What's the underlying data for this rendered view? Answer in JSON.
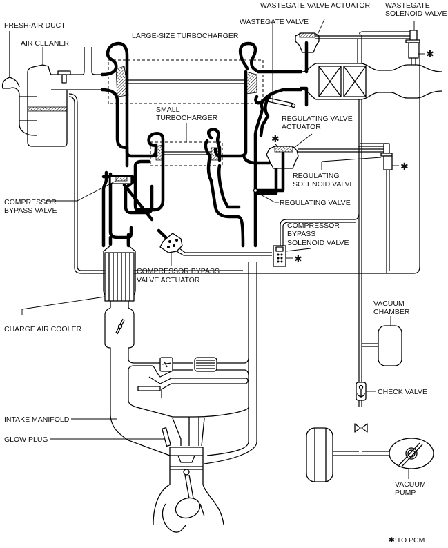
{
  "diagram": {
    "title": "Turbocharger and vacuum control system",
    "labels": {
      "fresh_air_duct": "FRESH-AIR DUCT",
      "air_cleaner": "AIR CLEANER",
      "large_turbo": "LARGE-SIZE TURBOCHARGER",
      "wastegate_valve": "WASTEGATE VALVE",
      "wastegate_actuator": "WASTEGATE VALVE ACTUATOR",
      "wastegate_solenoid_1": "WASTEGATE",
      "wastegate_solenoid_2": "SOLENOID VALVE",
      "small_turbo_1": "SMALL",
      "small_turbo_2": "TURBOCHARGER",
      "reg_actuator_1": "REGULATING VALVE",
      "reg_actuator_2": "ACTUATOR",
      "reg_solenoid_1": "REGULATING",
      "reg_solenoid_2": "SOLENOID VALVE",
      "reg_valve": "REGULATING VALVE",
      "comp_bypass_valve_1": "COMPRESSOR",
      "comp_bypass_valve_2": "BYPASS VALVE",
      "comp_bypass_sol_1": "COMPRESSOR",
      "comp_bypass_sol_2": "BYPASS",
      "comp_bypass_sol_3": "SOLENOID VALVE",
      "comp_bypass_act_1": "COMPRESSOR BYPASS",
      "comp_bypass_act_2": "VALVE ACTUATOR",
      "charge_air_cooler": "CHARGE AIR COOLER",
      "vacuum_chamber_1": "VACUUM",
      "vacuum_chamber_2": "CHAMBER",
      "check_valve": "CHECK VALVE",
      "intake_manifold": "INTAKE MANIFOLD",
      "glow_plug": "GLOW PLUG",
      "vacuum_pump_1": "VACUUM",
      "vacuum_pump_2": "PUMP",
      "pcm_marker": "✱",
      "legend": "✱:TO PCM"
    }
  }
}
